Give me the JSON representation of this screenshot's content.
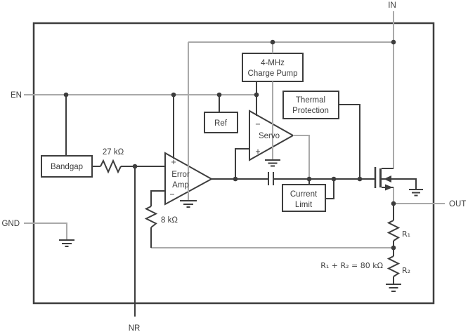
{
  "diagram": {
    "pins": {
      "in": "IN",
      "en": "EN",
      "gnd": "GND",
      "nr": "NR",
      "out": "OUT"
    },
    "blocks": {
      "bandgap": "Bandgap",
      "charge_pump": {
        "line1": "4-MHz",
        "line2": "Charge Pump"
      },
      "ref": "Ref",
      "thermal": {
        "line1": "Thermal",
        "line2": "Protection"
      },
      "current_limit": {
        "line1": "Current",
        "line2": "Limit"
      },
      "servo": "Servo",
      "error_amp": {
        "line1": "Error",
        "line2": "Amp"
      }
    },
    "symbols": {
      "plus": "+",
      "minus": "−"
    },
    "resistors": {
      "r27": "27 kΩ",
      "r8": "8 kΩ",
      "r1": "R₁",
      "r2": "R₂"
    },
    "annotation": {
      "divider_equation": "R₁ + R₂ = 80 kΩ"
    },
    "colors": {
      "wire_dark": "#3d3d3d",
      "wire_gray": "#a9a9a9",
      "text": "#3d3d3d",
      "box_fill": "#ffffff",
      "background": "#ffffff"
    }
  }
}
